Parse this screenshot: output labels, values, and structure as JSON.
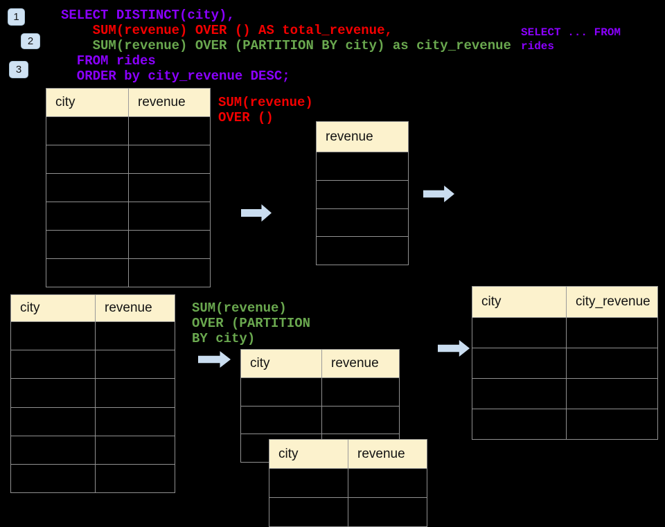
{
  "colors": {
    "background": "#000000",
    "sql_purple": "#8B00FF",
    "sql_red": "#F40000",
    "sql_green": "#6AA84F",
    "table_header_bg": "#FCF2CD",
    "table_border": "#919191",
    "arrow_fill": "#CADDF0",
    "badge_bg": "#CFE2F3"
  },
  "steps": {
    "one": "1",
    "two": "2",
    "three": "3"
  },
  "sql_code": {
    "line1": "SELECT DISTINCT(city),",
    "line2": "    SUM(revenue) OVER () AS total_revenue,",
    "line3": "    SUM(revenue) OVER (PARTITION BY city) as city_revenue",
    "line4": "  FROM rides",
    "line5": "  ORDER by city_revenue DESC;"
  },
  "side_note": "SELECT ... FROM\nrides",
  "labels": {
    "total_window": "SUM(revenue)\nOVER ()",
    "partition_window": "SUM(revenue)\nOVER (PARTITION\nBY city)"
  },
  "tables": {
    "source_top": {
      "headers": [
        "city",
        "revenue"
      ],
      "body_rows": 6
    },
    "total_revenue": {
      "headers": [
        "revenue"
      ],
      "body_rows": 4
    },
    "source_bottom": {
      "headers": [
        "city",
        "revenue"
      ],
      "body_rows": 6
    },
    "partition_back": {
      "headers": [
        "city",
        "revenue"
      ],
      "body_rows": 3
    },
    "partition_front": {
      "headers": [
        "city",
        "revenue"
      ],
      "body_rows": 2
    },
    "city_revenue": {
      "headers": [
        "city",
        "city_revenue"
      ],
      "body_rows": 4
    }
  }
}
